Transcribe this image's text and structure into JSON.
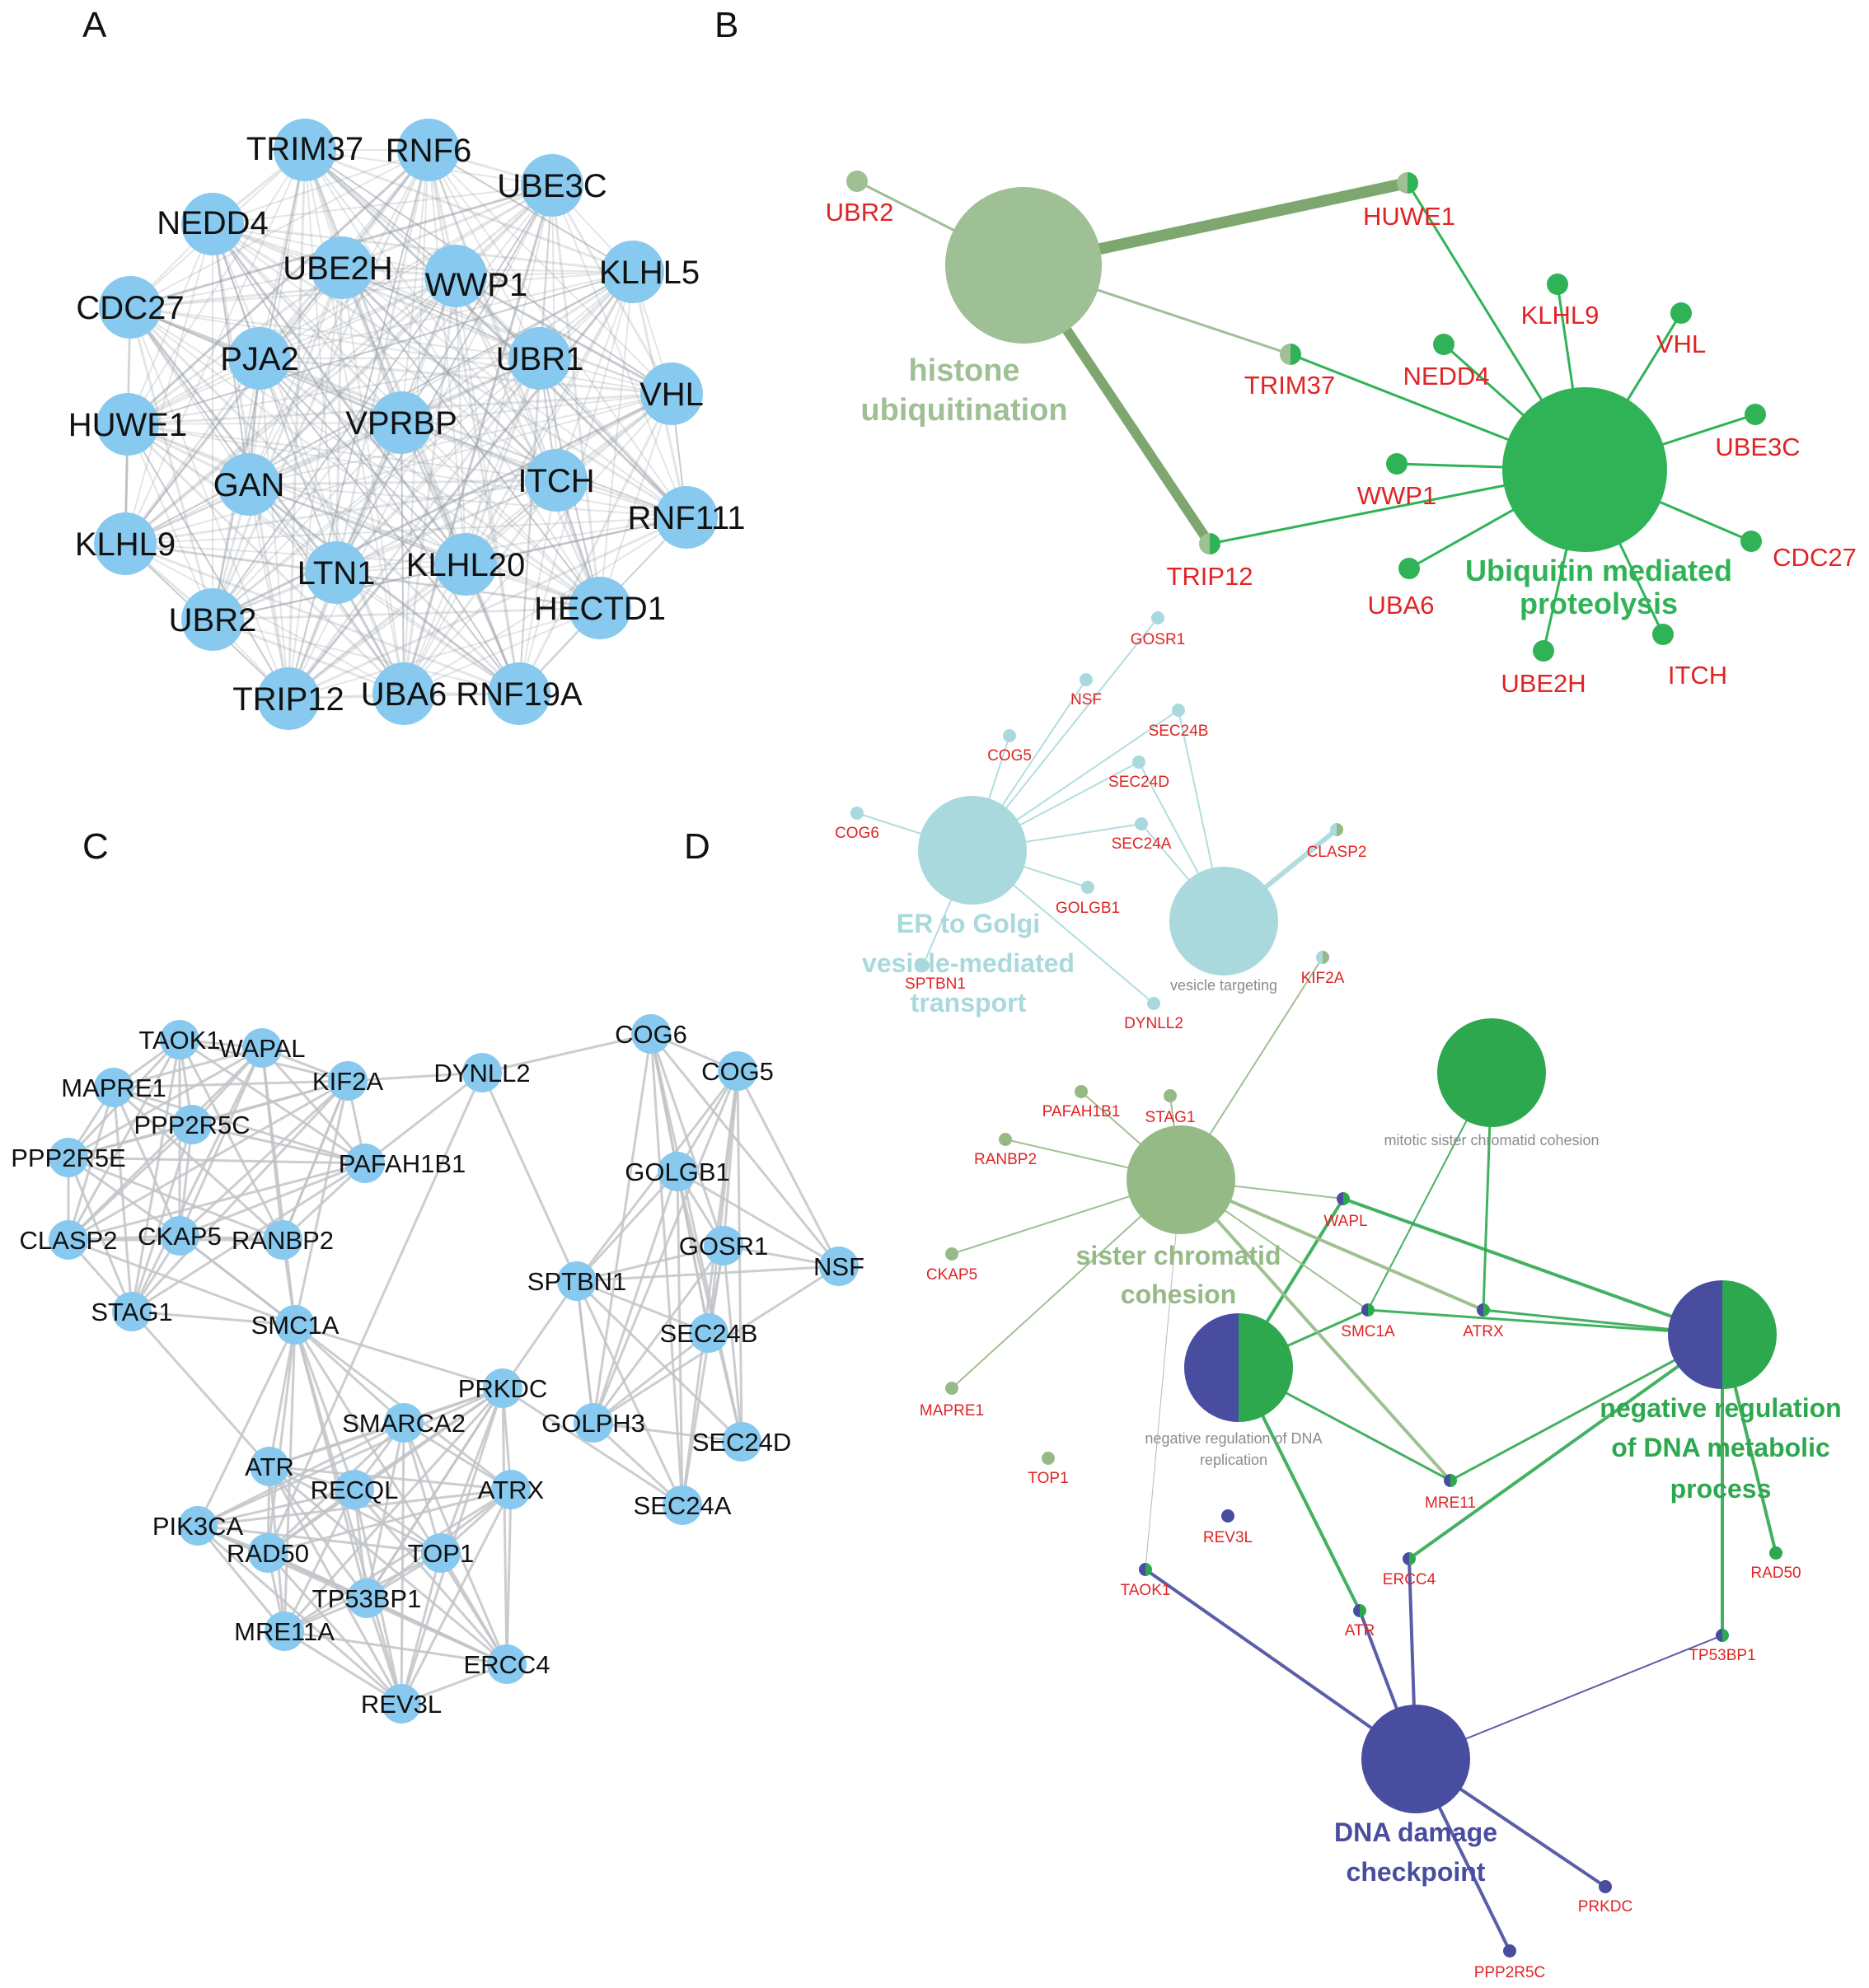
{
  "panels": {
    "a": "A",
    "b": "B",
    "c": "C",
    "d": "D"
  },
  "colors": {
    "node_blue": "#87c9ef",
    "edge_gray": "#b9bcc4",
    "gene_red": "#e02424",
    "histone": "#9fbf94",
    "ubiquitin": "#2fb356",
    "teal": "#a9d9dc",
    "sister": "#95ba86",
    "green_term": "#2ea84f",
    "dna_blue": "#484d9f",
    "small_term_gray": "#8c8c8c"
  },
  "panel_a": {
    "nodes": [
      "TRIM37",
      "RNF6",
      "UBE3C",
      "NEDD4",
      "UBE2H",
      "WWP1",
      "KLHL5",
      "CDC27",
      "PJA2",
      "UBR1",
      "VHL",
      "HUWE1",
      "VPRBP",
      "GAN",
      "ITCH",
      "RNF111",
      "KLHL9",
      "LTN1",
      "KLHL20",
      "HECTD1",
      "UBR2",
      "TRIP12",
      "UBA6",
      "RNF19A"
    ]
  },
  "panel_b": {
    "terms": [
      {
        "id": "histone",
        "lines": [
          "histone",
          "ubiquitination"
        ]
      },
      {
        "id": "ubiq",
        "lines": [
          "Ubiquitin mediated",
          "proteolysis"
        ]
      }
    ],
    "genes": [
      "UBR2",
      "HUWE1",
      "KLHL9",
      "VHL",
      "NEDD4",
      "TRIM37",
      "UBE3C",
      "WWP1",
      "CDC27",
      "TRIP12",
      "UBA6",
      "ITCH",
      "UBE2H"
    ]
  },
  "panel_c": {
    "nodes": [
      "TAOK1",
      "WAPAL",
      "MAPRE1",
      "KIF2A",
      "DYNLL2",
      "COG6",
      "COG5",
      "PPP2R5C",
      "PPP2R5E",
      "PAFAH1B1",
      "GOLGB1",
      "CLASP2",
      "CKAP5",
      "RANBP2",
      "GOSR1",
      "NSF",
      "STAG1",
      "SPTBN1",
      "SMC1A",
      "SEC24B",
      "PRKDC",
      "SMARCA2",
      "GOLPH3",
      "SEC24D",
      "ATR",
      "RECQL",
      "ATRX",
      "SEC24A",
      "PIK3CA",
      "RAD50",
      "TOP1",
      "TP53BP1",
      "MRE11A",
      "ERCC4",
      "REV3L"
    ]
  },
  "panel_d": {
    "terms": [
      {
        "id": "er",
        "lines": [
          "ER to Golgi",
          "vesicle-mediated",
          "transport"
        ]
      },
      {
        "id": "vt",
        "lines": [
          "vesicle targeting"
        ]
      },
      {
        "id": "mit",
        "lines": [
          "mitotic sister chromatid cohesion"
        ]
      },
      {
        "id": "sc",
        "lines": [
          "sister chromatid",
          "cohesion"
        ]
      },
      {
        "id": "nrdr",
        "lines": [
          "negative regulation of DNA",
          "replication"
        ]
      },
      {
        "id": "nrdm",
        "lines": [
          "negative regulation",
          "of DNA metabolic",
          "process"
        ]
      },
      {
        "id": "ddc",
        "lines": [
          "DNA damage",
          "checkpoint"
        ]
      }
    ],
    "genes": [
      "GOSR1",
      "NSF",
      "SEC24B",
      "COG5",
      "SEC24D",
      "COG6",
      "SEC24A",
      "CLASP2",
      "GOLGB1",
      "SPTBN1",
      "DYNLL2",
      "KIF2A",
      "PAFAH1B1",
      "STAG1",
      "RANBP2",
      "CKAP5",
      "WAPL",
      "SMC1A",
      "ATRX",
      "MAPRE1",
      "MRE11",
      "TOP1",
      "REV3L",
      "ERCC4",
      "RAD50",
      "TAOK1",
      "ATR",
      "TP53BP1",
      "PRKDC",
      "PPP2R5C"
    ]
  }
}
